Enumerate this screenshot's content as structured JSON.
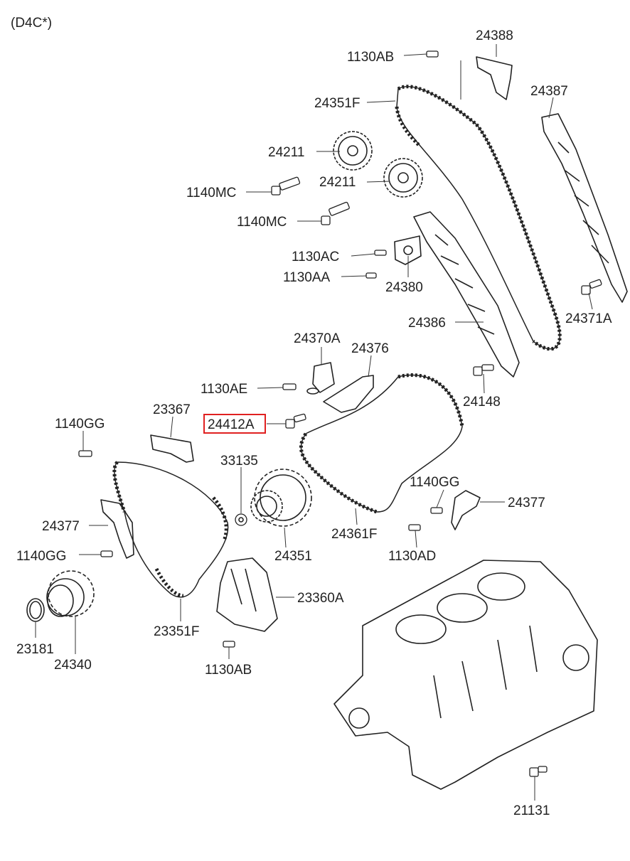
{
  "model_tag": "(D4C*)",
  "highlighted_part": "24412A",
  "labels": {
    "l_1130AB_top": "1130AB",
    "l_24388": "24388",
    "l_24351F": "24351F",
    "l_24387": "24387",
    "l_24211_a": "24211",
    "l_24211_b": "24211",
    "l_1140MC_a": "1140MC",
    "l_1140MC_b": "1140MC",
    "l_1130AC": "1130AC",
    "l_1130AA": "1130AA",
    "l_24380": "24380",
    "l_24386": "24386",
    "l_24371A": "24371A",
    "l_24370A": "24370A",
    "l_24376": "24376",
    "l_1130AE": "1130AE",
    "l_24148": "24148",
    "l_24412A": "24412A",
    "l_23367": "23367",
    "l_1140GG_a": "1140GG",
    "l_33135": "33135",
    "l_1140GG_b": "1140GG",
    "l_24377_a": "24377",
    "l_24377_b": "24377",
    "l_24361F": "24361F",
    "l_1140GG_c": "1140GG",
    "l_24351": "24351",
    "l_1130AD": "1130AD",
    "l_23360A": "23360A",
    "l_23181": "23181",
    "l_24340": "24340",
    "l_23351F": "23351F",
    "l_1130AB_bottom": "1130AB",
    "l_21131": "21131"
  }
}
